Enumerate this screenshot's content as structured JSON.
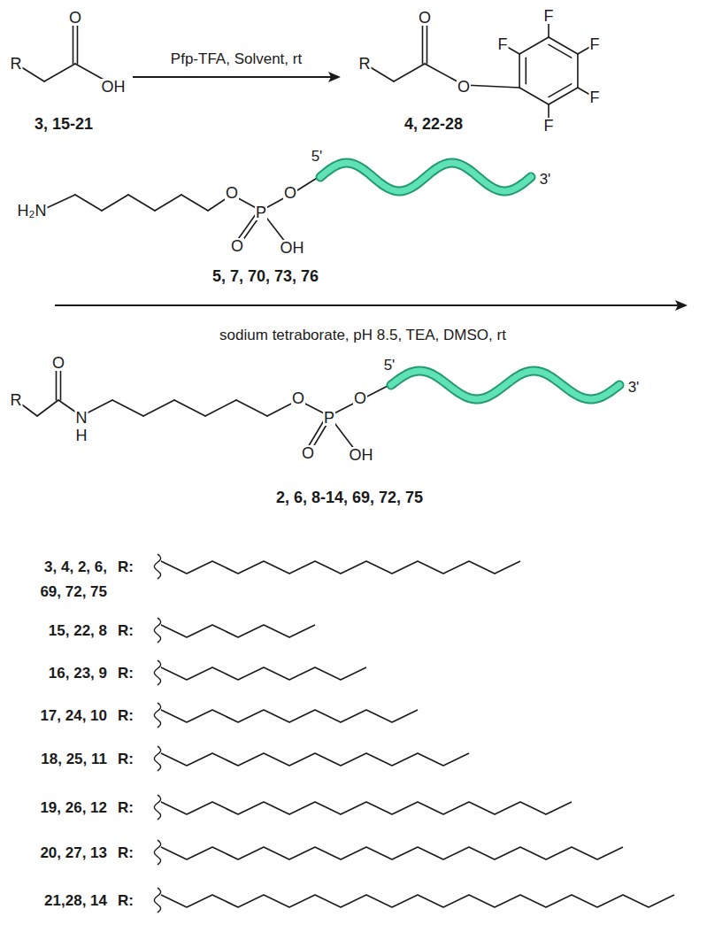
{
  "diagram": {
    "labels": [
      "R",
      "O",
      "OH",
      "3, 15-21",
      "Pfp-TFA, Solvent, rt",
      "R",
      "O",
      "O",
      "F",
      "F",
      "F",
      "F",
      "F",
      "4, 22-28",
      "H₂N",
      "O",
      "P",
      "O",
      "O",
      "OH",
      "5'",
      "3'",
      "5, 7, 70, 73, 76",
      "sodium tetraborate, pH 8.5, TEA, DMSO, rt",
      "R",
      "O",
      "N",
      "H",
      "O",
      "P",
      "O",
      "O",
      "OH",
      "5'",
      "3'",
      "2, 6, 8-14, 69, 72, 75",
      "3, 4, 2, 6,",
      "69, 72, 75",
      "R:",
      "15, 22, 8",
      "R:",
      "16, 23, 9",
      "R:",
      "17, 24, 10",
      "R:",
      "18, 25, 11",
      "R:",
      "19, 26, 12",
      "R:",
      "20, 27, 13",
      "R:",
      "21,28, 14",
      "R:"
    ]
  }
}
